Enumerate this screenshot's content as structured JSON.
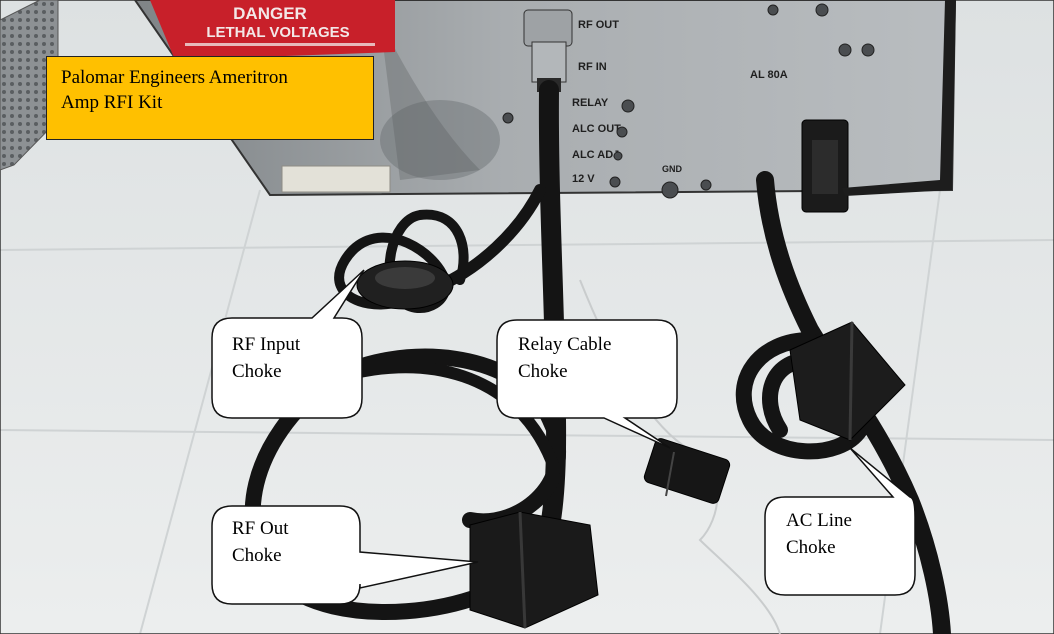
{
  "photo": {
    "subject": "amplifier-rear-panel-with-chokes",
    "colors": {
      "background": "#e4e7e8",
      "amp_chassis": "#9a9fa2",
      "warning_label": "#c8202a",
      "cable": "#141414",
      "title_box": "#ffc000"
    },
    "panel_labels": {
      "warning_title": "DANGER",
      "warning_subtitle": "LETHAL VOLTAGES",
      "rf_out": "RF OUT",
      "rf_in": "RF IN",
      "relay": "RELAY",
      "alc_out": "ALC OUT",
      "alc_adj": "ALC ADJ",
      "v12": "12 V",
      "gnd": "GND",
      "model": "AL 80A"
    }
  },
  "title_box": {
    "line1": "Palomar Engineers Ameritron",
    "line2": "Amp RFI Kit"
  },
  "callouts": [
    {
      "id": "rf-input-choke",
      "line1": "RF Input",
      "line2": "Choke"
    },
    {
      "id": "relay-cable-choke",
      "line1": "Relay Cable",
      "line2": "Choke"
    },
    {
      "id": "rf-out-choke",
      "line1": "RF Out",
      "line2": "Choke"
    },
    {
      "id": "ac-line-choke",
      "line1": "AC Line",
      "line2": "Choke"
    }
  ]
}
